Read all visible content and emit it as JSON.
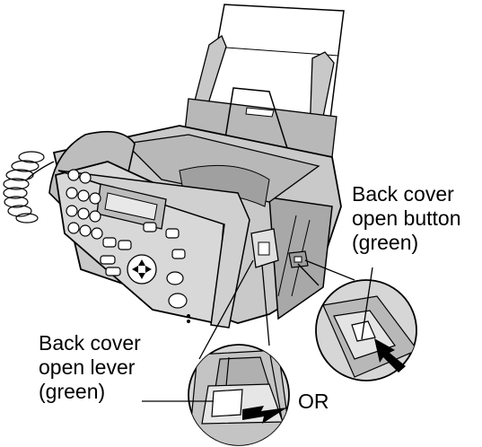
{
  "labels": {
    "button": [
      "Back cover",
      "open button",
      "(green)"
    ],
    "lever": [
      "Back cover",
      "open lever",
      "(green)"
    ],
    "or": "OR"
  },
  "colors": {
    "ink": "#000000",
    "light_gray": "#d9d9d9",
    "mid_gray": "#b3b3b3",
    "dark_gray": "#8c8c8c",
    "paper": "#ffffff"
  }
}
